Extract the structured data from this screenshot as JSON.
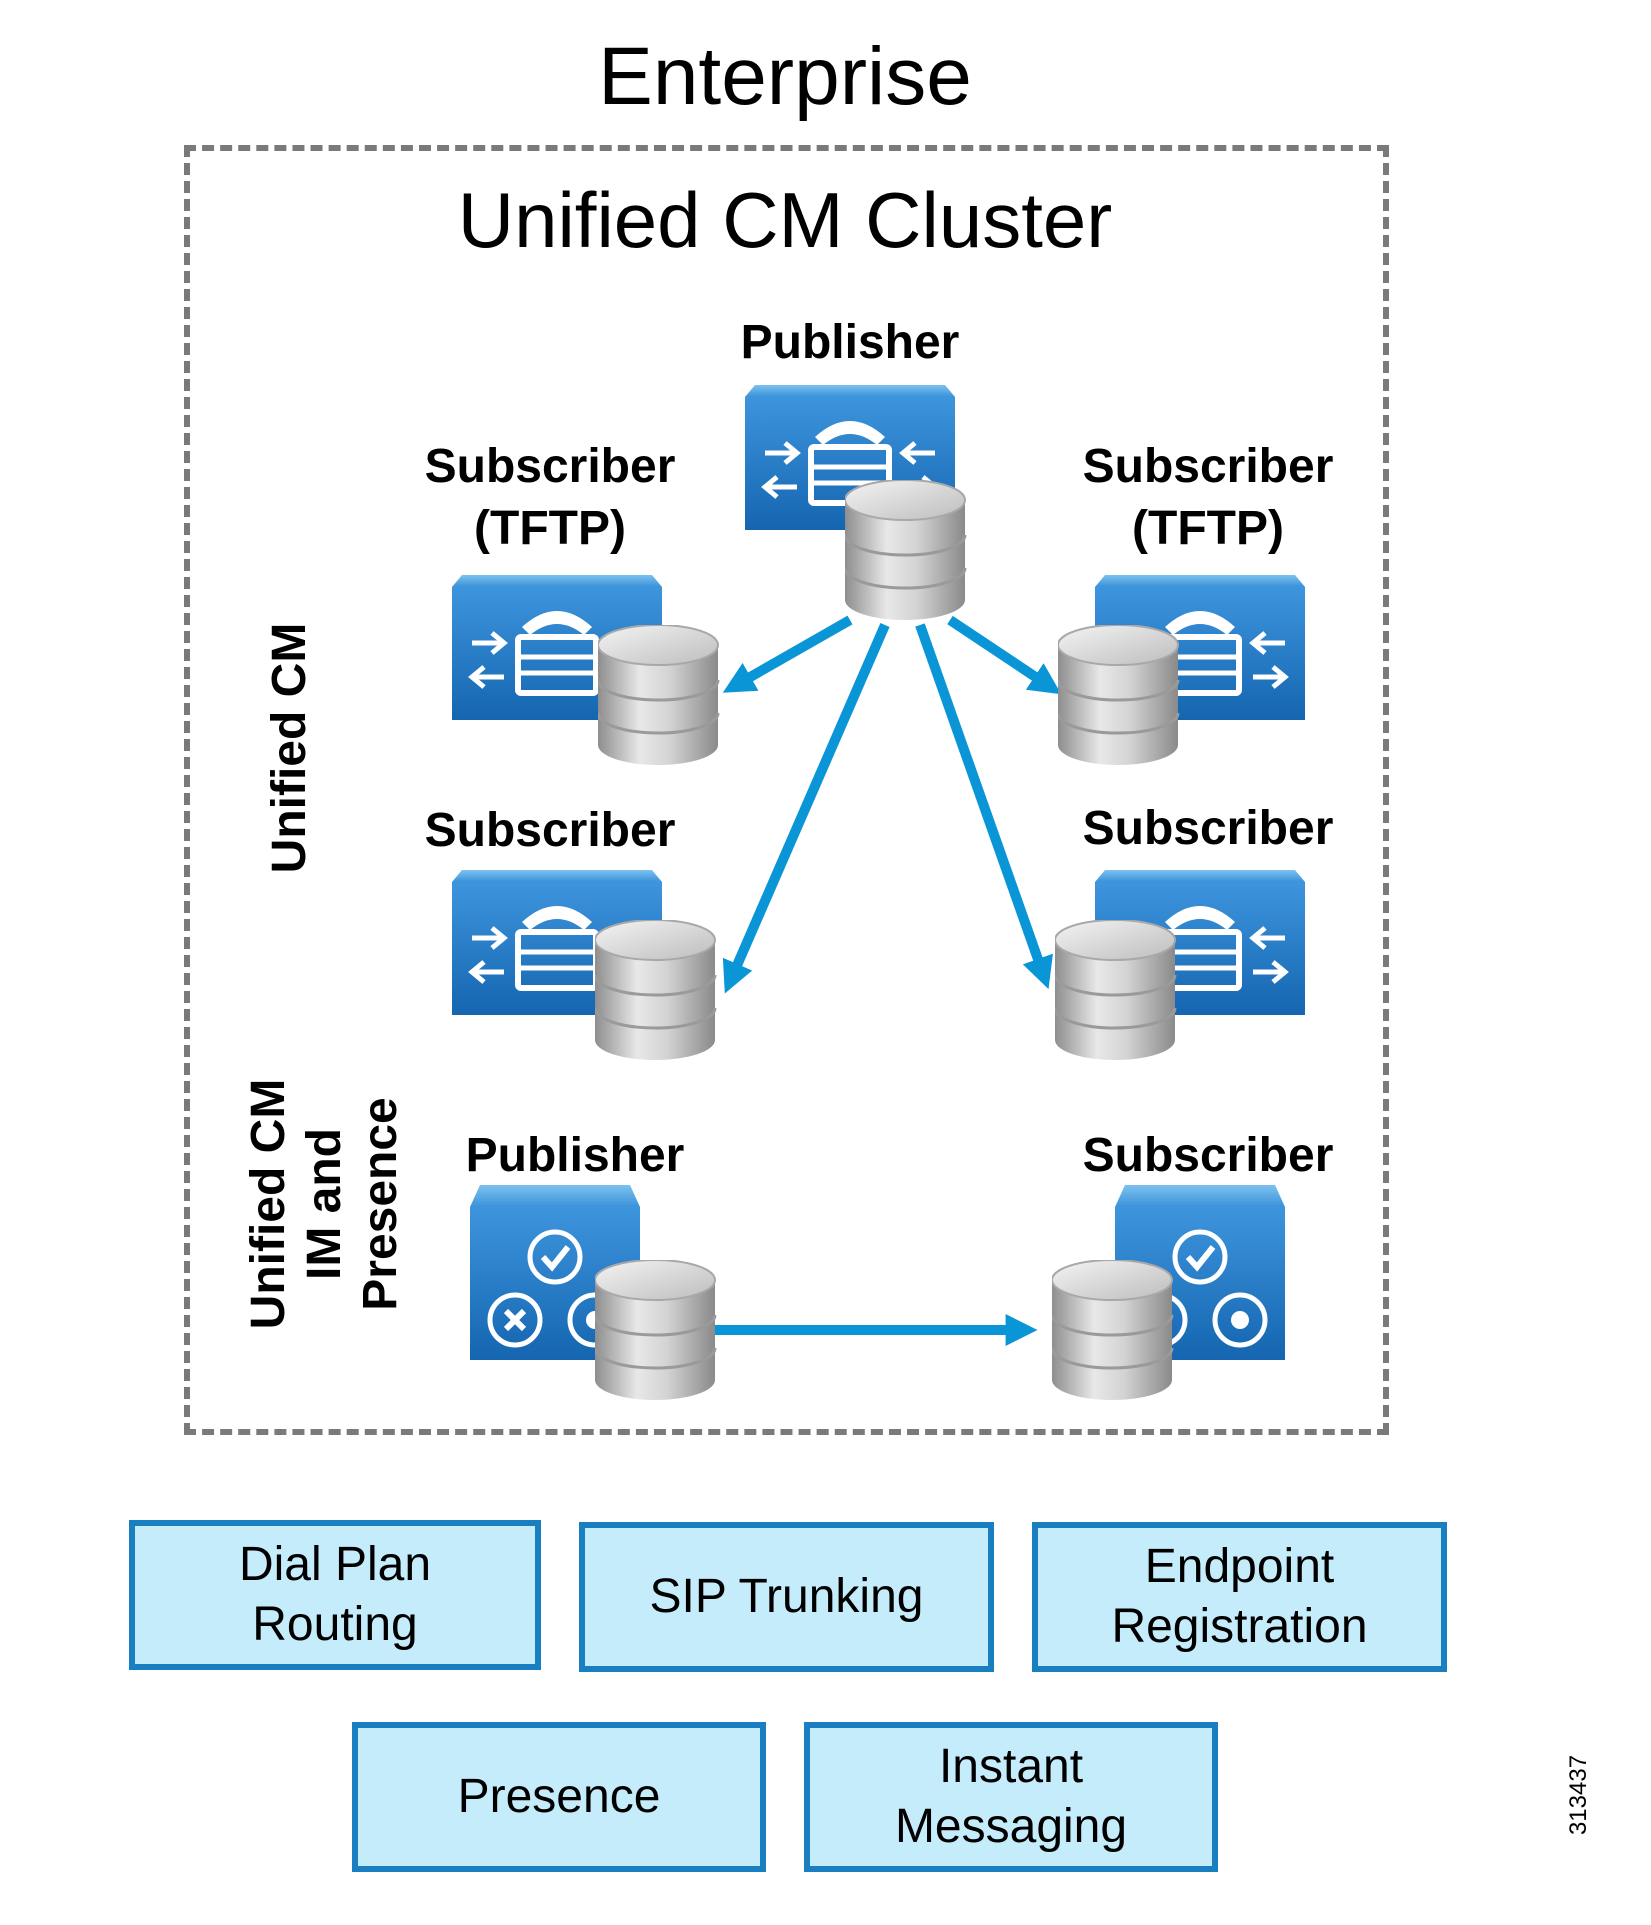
{
  "title": "Enterprise",
  "cluster": {
    "title": "Unified CM Cluster",
    "section_cm_label": "Unified CM",
    "section_imp_label": [
      "Unified CM",
      "IM and",
      "Presence"
    ]
  },
  "nodes": {
    "cm_publisher": "Publisher",
    "cm_sub_tftp_left": [
      "Subscriber",
      "(TFTP)"
    ],
    "cm_sub_tftp_right": [
      "Subscriber",
      "(TFTP)"
    ],
    "cm_sub_left": "Subscriber",
    "cm_sub_right": "Subscriber",
    "imp_publisher": "Publisher",
    "imp_subscriber": "Subscriber"
  },
  "functions": [
    [
      "Dial Plan",
      "Routing"
    ],
    [
      "SIP Trunking"
    ],
    [
      "Endpoint",
      "Registration"
    ],
    [
      "Presence"
    ],
    [
      "Instant",
      "Messaging"
    ]
  ],
  "figure_id": "313437",
  "colors": {
    "arrow": "#0a96d6",
    "server_blue": "#1d74c0",
    "box_fill": "#c5ecfb",
    "box_border": "#1a7fc1",
    "dash": "#7a7a7a"
  },
  "icons": {
    "cm_server": "call-manager-server-icon",
    "imp_server": "presence-server-icon",
    "database": "database-icon"
  }
}
